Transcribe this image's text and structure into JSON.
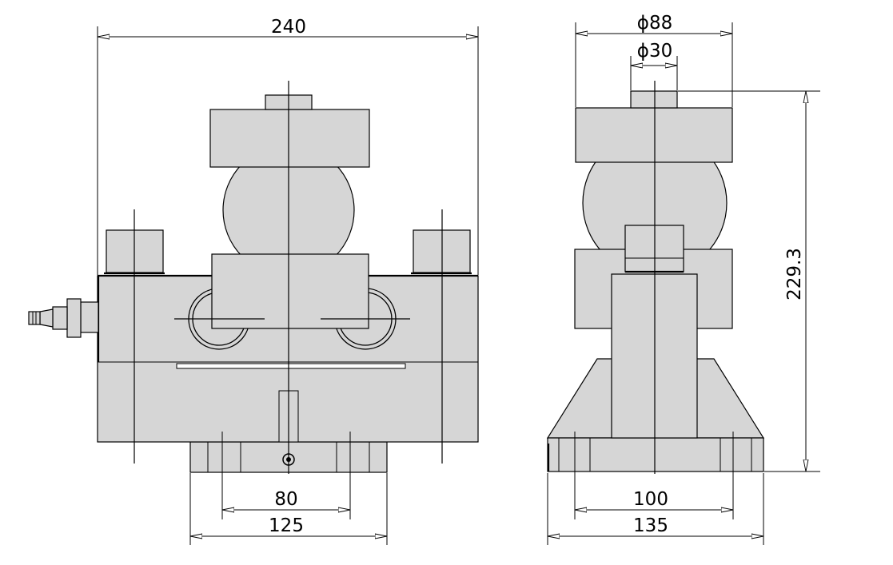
{
  "dimensions": {
    "overall_width": "240",
    "outer_diameter": "ϕ88",
    "inner_diameter": "ϕ30",
    "height": "229.3",
    "front_base_inner": "80",
    "front_base_outer": "125",
    "side_base_inner": "100",
    "side_base_outer": "135"
  }
}
